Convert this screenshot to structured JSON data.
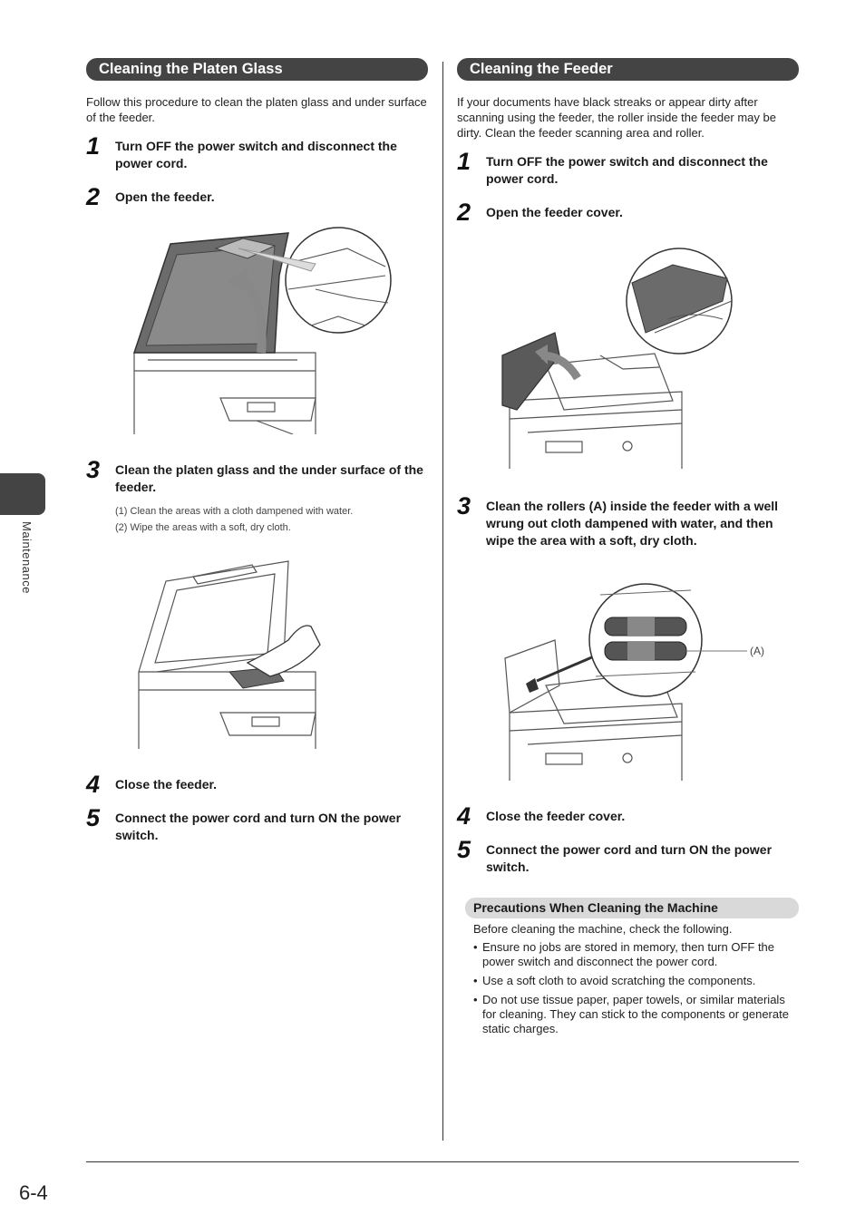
{
  "left": {
    "title": "Cleaning the Platen Glass",
    "intro": "Follow this procedure to clean the platen glass and under surface of the feeder.",
    "steps": [
      {
        "num": "1",
        "text": "Turn OFF the power switch and disconnect the power cord."
      },
      {
        "num": "2",
        "text": "Open the feeder."
      },
      {
        "num": "3",
        "text": "Clean the platen glass and the under surface of the feeder."
      },
      {
        "num": "4",
        "text": "Close the feeder."
      },
      {
        "num": "5",
        "text": "Connect the power cord and turn ON the power switch."
      }
    ],
    "substeps": [
      "(1)  Clean the areas with a cloth dampened with water.",
      "(2)  Wipe the areas with a soft, dry cloth."
    ]
  },
  "right": {
    "title": "Cleaning the Feeder",
    "intro": "If your documents have black streaks or appear dirty after scanning using the feeder, the roller inside the feeder may be dirty. Clean the feeder scanning area and roller.",
    "steps": [
      {
        "num": "1",
        "text": "Turn OFF the power switch and disconnect the power cord."
      },
      {
        "num": "2",
        "text": "Open the feeder cover."
      },
      {
        "num": "3",
        "text": "Clean the rollers (A) inside the feeder with a well wrung out cloth dampened with water, and then wipe the area with a soft, dry cloth."
      },
      {
        "num": "4",
        "text": "Close the feeder cover."
      },
      {
        "num": "5",
        "text": "Connect the power cord and turn ON the power switch."
      }
    ],
    "figure_label": "(A)",
    "precautions": {
      "title": "Precautions When Cleaning the Machine",
      "intro": "Before cleaning the machine, check the following.",
      "items": [
        "Ensure no jobs are stored in memory, then turn OFF the power switch and disconnect the power cord.",
        "Use a soft cloth to avoid scratching the components.",
        "Do not use tissue paper, paper towels, or similar materials for cleaning. They can stick to the components or generate static charges."
      ]
    }
  },
  "sidebar": {
    "label": "Maintenance"
  },
  "footer": {
    "page_number": "6-4"
  },
  "colors": {
    "header_bg": "#444444",
    "precaution_bg": "#d9d9d9"
  }
}
